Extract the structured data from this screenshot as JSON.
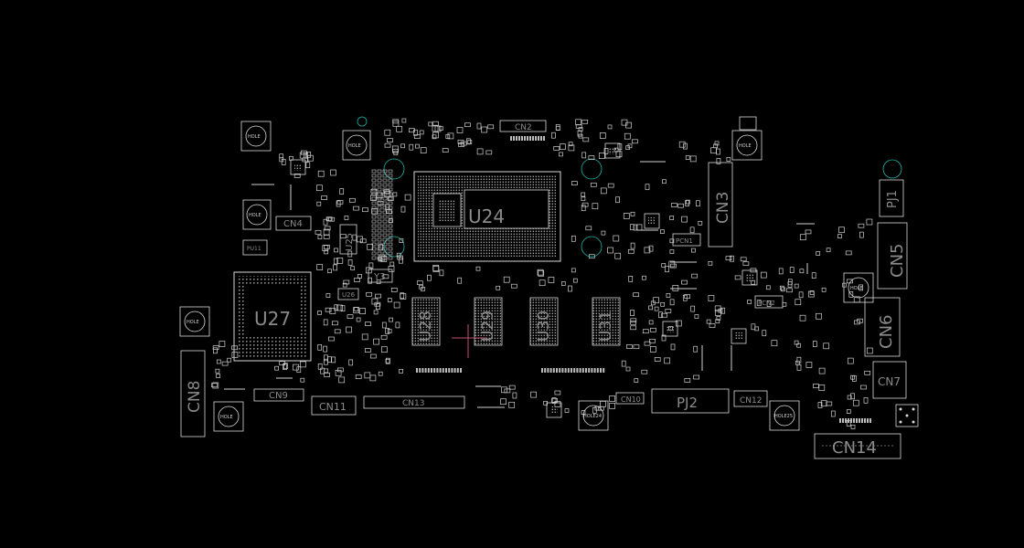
{
  "labels": {
    "u24": "U24",
    "u27": "U27",
    "u28": "U28",
    "u29": "U29",
    "u30": "U30",
    "u31": "U31",
    "u25": "U25",
    "u26": "U26",
    "y3": "Y3",
    "pu11": "PU11",
    "cn2": "CN2",
    "cn3": "CN3",
    "cn4": "CN4",
    "cn5": "CN5",
    "cn6": "CN6",
    "cn7": "CN7",
    "cn8": "CN8",
    "cn9": "CN9",
    "cn10": "CN10",
    "cn11": "CN11",
    "cn12": "CN12",
    "cn13": "CN13",
    "cn14": "CN14",
    "pj1": "PJ1",
    "pj2": "PJ2",
    "pcn1": "PCN1",
    "pcn2": "PCN2",
    "hole24": "HOLE24",
    "hole25": "HOLE25",
    "hole_generic": "HOLE"
  },
  "colors": {
    "background": "#000000",
    "outline": "#d9d9d9",
    "label": "#8a8a8a",
    "via": "#1fb3a6",
    "probe": "#c05070"
  }
}
